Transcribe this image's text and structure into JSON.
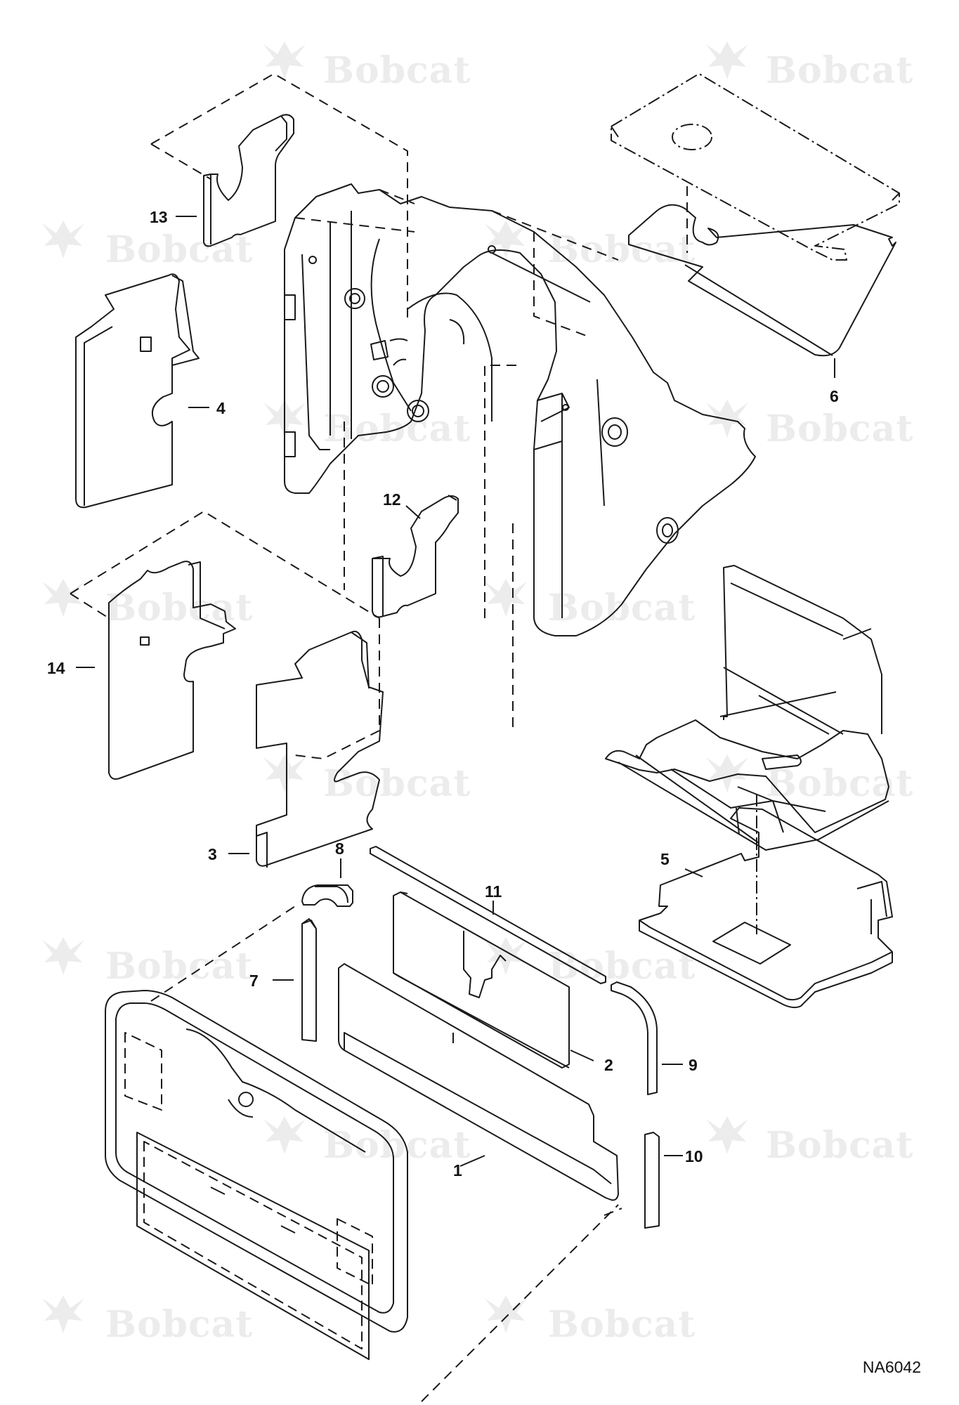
{
  "watermark": {
    "brand": "Bobcat"
  },
  "figure_id": "NA6042",
  "callouts": {
    "c1": "1",
    "c2": "2",
    "c3": "3",
    "c4": "4",
    "c5": "5",
    "c6": "6",
    "c7": "7",
    "c8": "8",
    "c9": "9",
    "c10": "10",
    "c11": "11",
    "c12": "12",
    "c13": "13",
    "c14": "14"
  },
  "colors": {
    "line": "#1a1a1a",
    "watermark": "#ececec"
  }
}
